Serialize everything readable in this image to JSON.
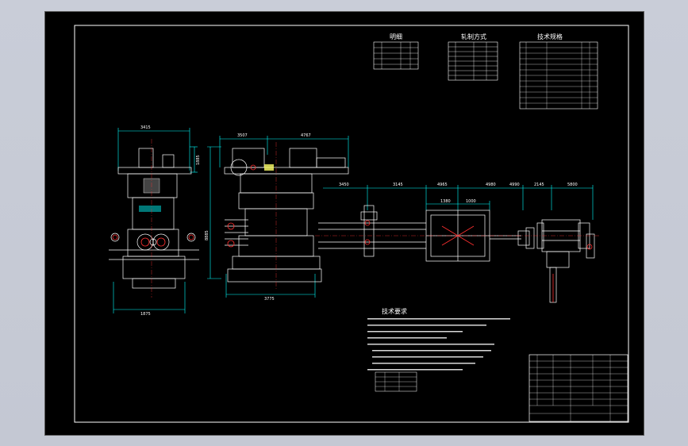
{
  "drawing": {
    "tables": {
      "left_title": "明细",
      "middle_title": "轧制方式",
      "right_title": "技术规格"
    },
    "side_view": {
      "top_width": "3415",
      "height": "1885",
      "bottom_width": "1875"
    },
    "front_view": {
      "left_width": "3507",
      "right_width": "4767",
      "total_height": "8885",
      "base_width": "3775"
    },
    "line_dims": [
      "3450",
      "3145",
      "4965",
      "1380",
      "4980",
      "1000",
      "4990",
      "2145",
      "5800"
    ],
    "tech_req_title": "技术要求",
    "colors": {
      "background": "#000000",
      "frame": "#ffffff",
      "dimension": "#00ffff",
      "accent_red": "#ff3030",
      "accent_yellow": "#ffff66"
    }
  }
}
